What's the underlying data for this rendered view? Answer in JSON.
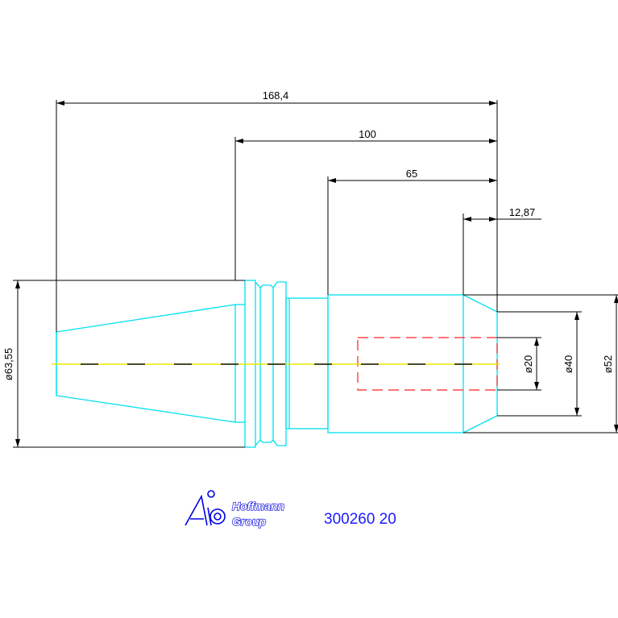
{
  "dimensions": {
    "overall_length": "168,4",
    "length_100": "100",
    "length_65": "65",
    "length_12_87": "12,87",
    "dia_63_55": "ø63,55",
    "dia_20": "ø20",
    "dia_40": "ø40",
    "dia_52": "ø52"
  },
  "logo": {
    "line1": "Hoffmann",
    "line2": "Group"
  },
  "part_number": "300260 20",
  "colors": {
    "outline": "#00e0f0",
    "centerline": "#e8e800",
    "hidden": "#ff2020",
    "dimension": "#000000",
    "brand": "#1a1aff"
  }
}
